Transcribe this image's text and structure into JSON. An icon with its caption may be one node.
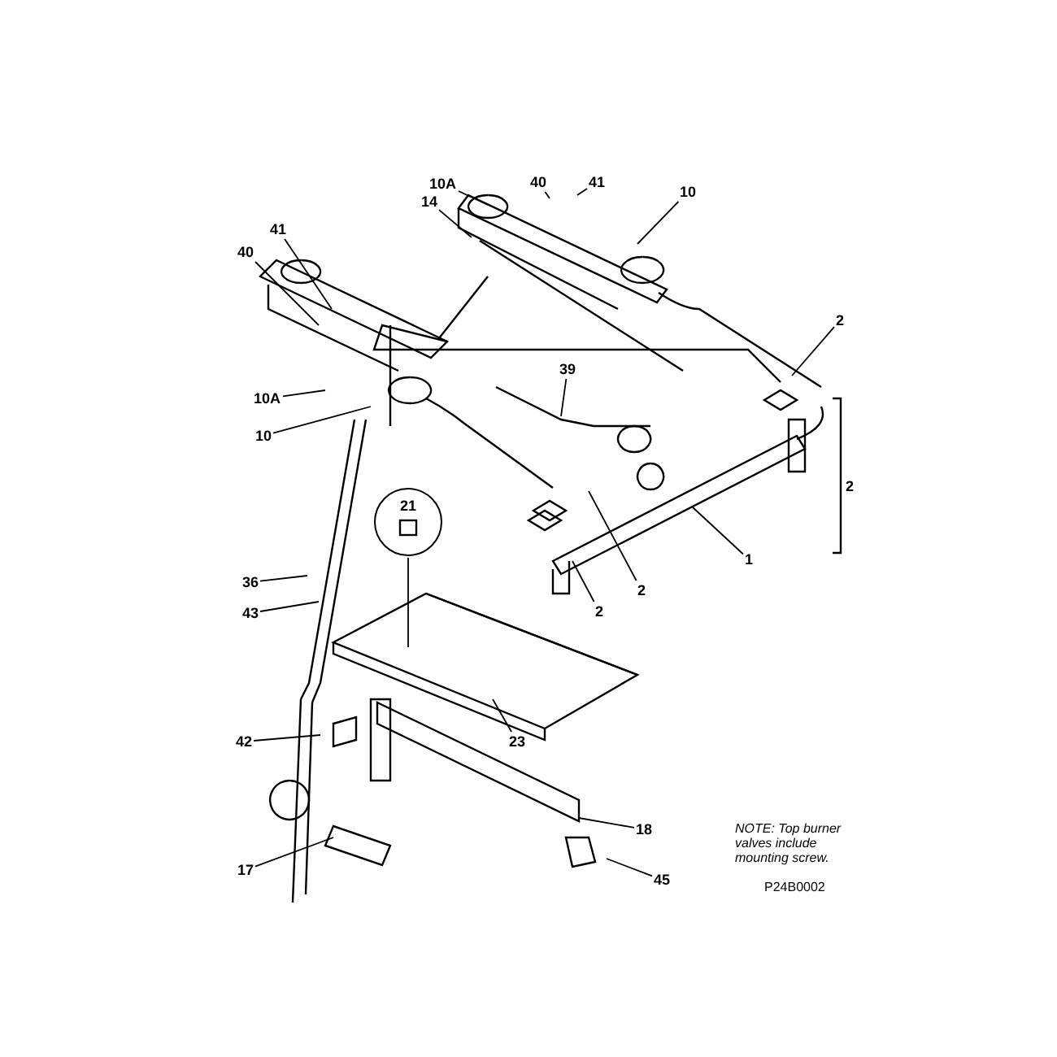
{
  "diagram": {
    "nodes": [
      {
        "text": [
          "10A"
        ]
      },
      {
        "text": [
          "40"
        ]
      },
      {
        "text": [
          "41"
        ]
      },
      {
        "text": [
          "10"
        ]
      },
      {
        "text": [
          "14"
        ]
      },
      {
        "text": [
          "41"
        ]
      },
      {
        "text": [
          "40"
        ]
      },
      {
        "text": [
          "10A"
        ]
      },
      {
        "text": [
          "10"
        ]
      },
      {
        "text": [
          "39"
        ]
      },
      {
        "text": [
          "2"
        ]
      },
      {
        "text": [
          "1"
        ]
      },
      {
        "text": [
          "2"
        ]
      },
      {
        "text": [
          "2"
        ]
      },
      {
        "text": [
          "21"
        ]
      },
      {
        "text": [
          "36"
        ]
      },
      {
        "text": [
          "43"
        ]
      },
      {
        "text": [
          "23"
        ]
      },
      {
        "text": [
          "42"
        ]
      },
      {
        "text": [
          "18"
        ]
      },
      {
        "text": [
          "17"
        ]
      },
      {
        "text": [
          "45"
        ]
      }
    ],
    "edges": [
      {
        "from": 0,
        "to": null,
        "arrow": "none"
      },
      {
        "from": 1,
        "to": null,
        "arrow": "none"
      },
      {
        "from": 2,
        "to": null,
        "arrow": "none"
      },
      {
        "from": 3,
        "to": null,
        "arrow": "none"
      },
      {
        "from": 4,
        "to": null,
        "arrow": "none"
      },
      {
        "from": 5,
        "to": null,
        "arrow": "none"
      },
      {
        "from": 6,
        "to": null,
        "arrow": "none"
      },
      {
        "from": 7,
        "to": null,
        "arrow": "none"
      },
      {
        "from": 8,
        "to": null,
        "arrow": "none"
      },
      {
        "from": 9,
        "to": null,
        "arrow": "none"
      },
      {
        "from": 10,
        "to": null,
        "arrow": "none"
      },
      {
        "from": 11,
        "to": null,
        "arrow": "none"
      },
      {
        "from": 12,
        "to": null,
        "arrow": "none"
      },
      {
        "from": 13,
        "to": null,
        "arrow": "none"
      },
      {
        "from": 14,
        "to": null,
        "arrow": "none"
      },
      {
        "from": 15,
        "to": null,
        "arrow": "none"
      },
      {
        "from": 16,
        "to": null,
        "arrow": "none"
      },
      {
        "from": 17,
        "to": null,
        "arrow": "none"
      },
      {
        "from": 18,
        "to": null,
        "arrow": "none"
      },
      {
        "from": 19,
        "to": null,
        "arrow": "none"
      },
      {
        "from": 20,
        "to": null,
        "arrow": "none"
      },
      {
        "from": 21,
        "to": null,
        "arrow": "none"
      }
    ],
    "labels": [
      "2",
      "NOTE: Top burner valves include mounting screw.",
      "P24B0002"
    ]
  }
}
